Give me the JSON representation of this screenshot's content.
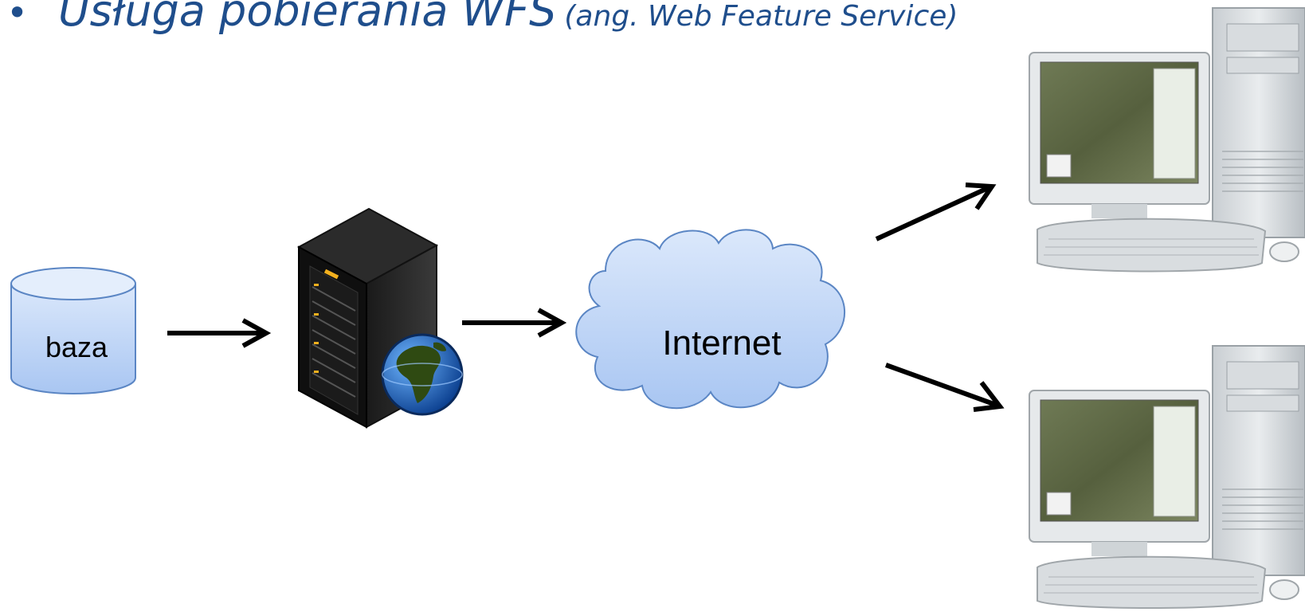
{
  "heading": {
    "bullet": "•",
    "main": "Usługa pobierania WFS",
    "sub": "(ang. Web Feature Service)"
  },
  "diagram": {
    "database_label": "baza",
    "cloud_label": "Internet",
    "colors": {
      "heading": "#1f4e8c",
      "node_fill_top": "#dbe8fb",
      "node_fill_bottom": "#a9c6f2",
      "node_stroke": "#5b86c4",
      "arrow": "#000000"
    },
    "icons": [
      "database-icon",
      "server-icon",
      "globe-icon",
      "cloud-icon",
      "desktop-computer-icon"
    ]
  }
}
